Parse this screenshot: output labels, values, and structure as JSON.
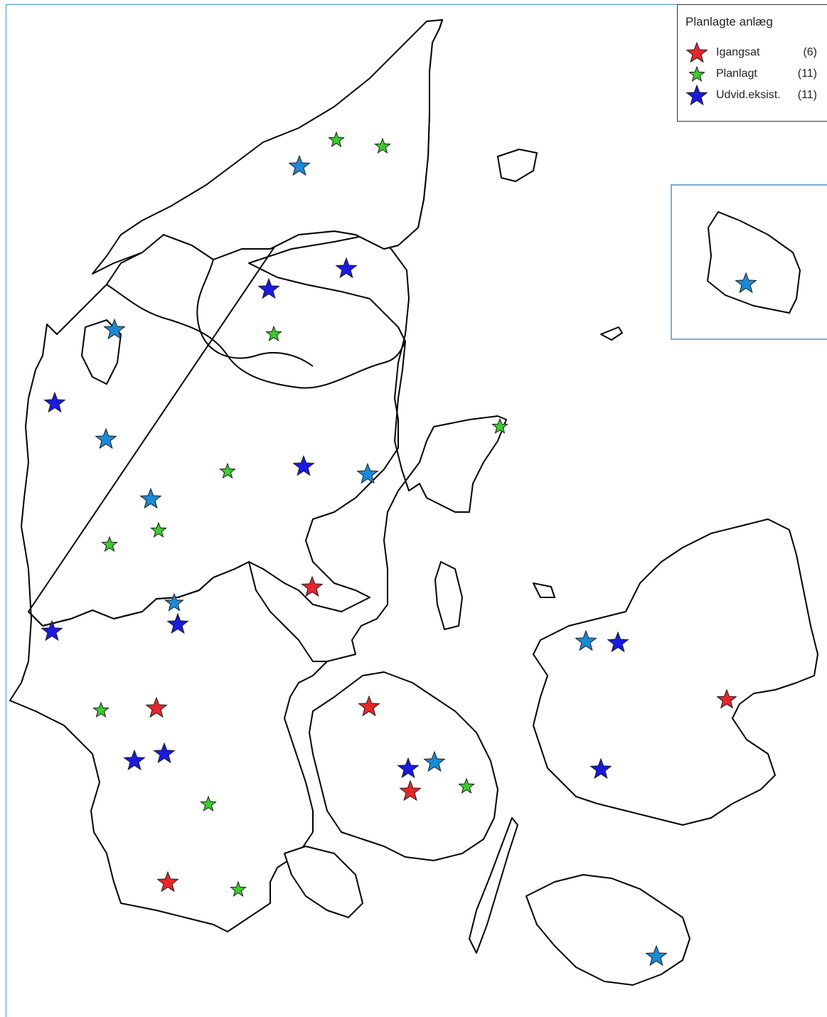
{
  "legend": {
    "title": "Planlagte anlæg",
    "items": [
      {
        "key": "igangsat",
        "label": "Igangsat",
        "count": "(6)",
        "color": "#e8262b"
      },
      {
        "key": "planlagt",
        "label": "Planlagt",
        "count": "(11)",
        "color": "#3ccc2e"
      },
      {
        "key": "udvid",
        "label": "Udvid.eksist.",
        "count": "(11)",
        "color": "#1a1ae0"
      }
    ]
  },
  "marker_colors": {
    "igangsat": "#e8262b",
    "planlagt": "#3ccc2e",
    "udvid_dark": "#1a1ae0",
    "udvid_light": "#1a8ad6"
  }
}
